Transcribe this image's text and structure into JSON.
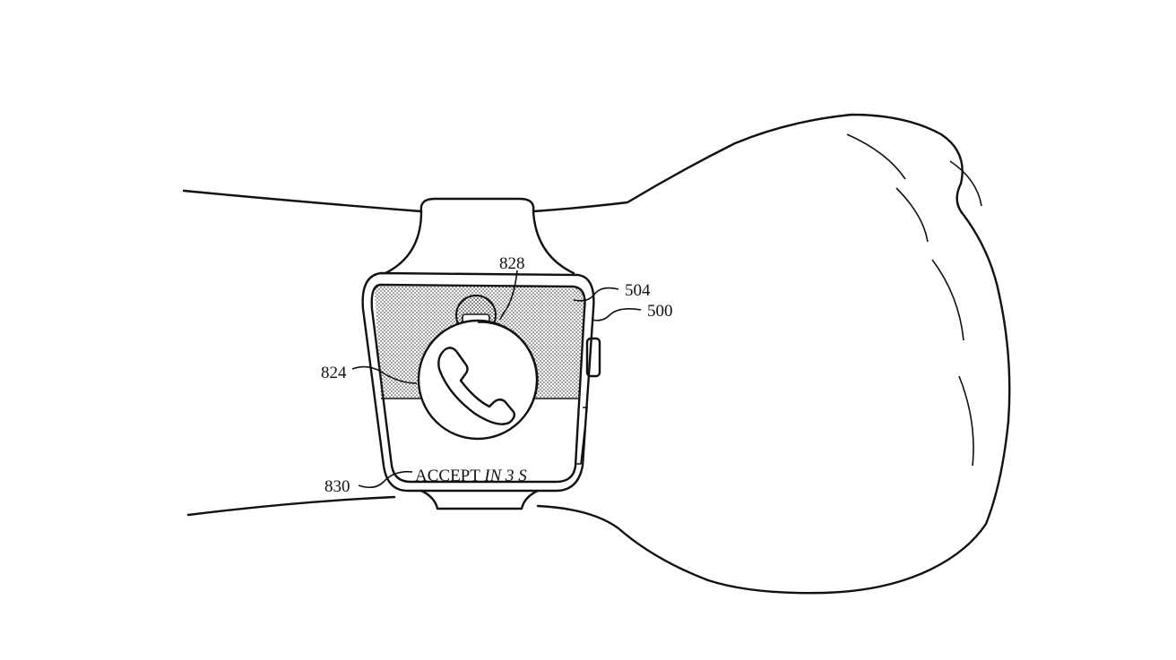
{
  "figure": {
    "screen_text": {
      "prefix": "ACCEPT",
      "countdown": "IN 3 S"
    },
    "reference_numerals": {
      "screen_region": "828",
      "display": "504",
      "device": "500",
      "call_button": "824",
      "countdown_text": "830"
    },
    "icons": [
      "phone-handset-icon"
    ]
  }
}
